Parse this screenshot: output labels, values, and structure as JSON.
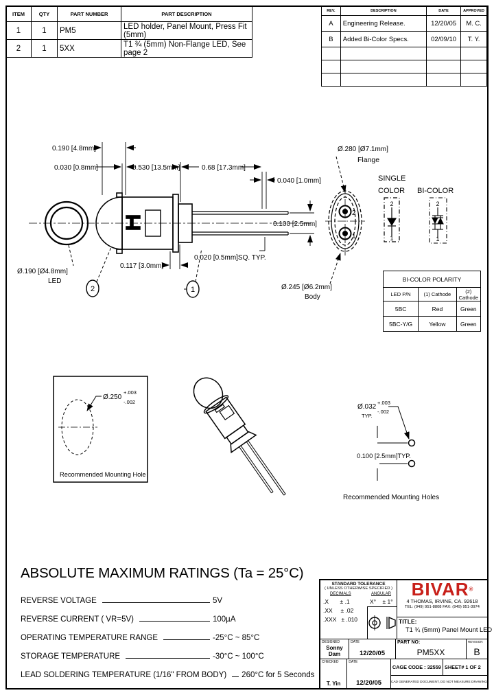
{
  "page": {
    "background": "#ffffff",
    "line_color": "#000000",
    "logo_red": "#c8201a"
  },
  "parts_table": {
    "headers": [
      "ITEM",
      "QTY",
      "PART NUMBER",
      "PART DESCRIPTION"
    ],
    "rows": [
      {
        "item": "1",
        "qty": "1",
        "part_number": "PM5",
        "description": "LED holder, Panel Mount, Press Fit (5mm)"
      },
      {
        "item": "2",
        "qty": "1",
        "part_number": "5XX",
        "description": "T1 ¾ (5mm) Non-Flange LED, See page 2"
      }
    ]
  },
  "revision_table": {
    "headers": [
      "REV.",
      "DESCRIPTION",
      "DATE",
      "APPROVED"
    ],
    "rows": [
      {
        "rev": "A",
        "description": "Engineering Release.",
        "date": "12/20/05",
        "approved": "M. C."
      },
      {
        "rev": "B",
        "description": "Added Bi-Color Specs.",
        "date": "02/09/10",
        "approved": "T. Y."
      }
    ]
  },
  "drawing": {
    "dim_0190": "0.190 [4.8mm]",
    "dim_0030": "0.030 [0.8mm]",
    "dim_0530": "0.530 [13.5mm]",
    "dim_068": "0.68 [17.3mm]",
    "dim_0040": "0.040 [1.0mm]",
    "dim_0100": "0.100 [2.5mm]",
    "dim_0020": "0.020 [0.5mm]SQ.  TYP.",
    "dim_0117": "0.117 [3.0mm]",
    "led_dia": "Ø.190 [Ø4.8mm]",
    "led_caption": "LED",
    "body_dia": "Ø.245 [Ø6.2mm]",
    "body_caption": "Body",
    "flange_dia": "Ø.280 [Ø7.1mm]",
    "flange_caption": "Flange",
    "single_color_line1": "SINGLE",
    "single_color_line2": "COLOR",
    "bicolor_label": "BI-COLOR",
    "pin_1": "1",
    "pin_2": "2",
    "balloon_1": "1",
    "balloon_2": "2"
  },
  "polarity_table": {
    "title": "BI-COLOR POLARITY",
    "headers": [
      "LED P/N",
      "(1) Cathode",
      "(2) Cathode"
    ],
    "rows": [
      {
        "pn": "5BC",
        "c1": "Red",
        "c2": "Green"
      },
      {
        "pn": "5BC-Y/G",
        "c1": "Yellow",
        "c2": "Green"
      }
    ]
  },
  "mounting_hole": {
    "dia": "Ø.250",
    "tol_plus": "+.003",
    "tol_minus": "-.002",
    "caption": "Recommended Mounting Hole"
  },
  "mounting_holes": {
    "dia": "Ø.032",
    "tol_plus": "+.003",
    "tol_minus": "-.002",
    "typ": "TYP.",
    "pitch": "0.100 [2.5mm]TYP.",
    "caption": "Recommended Mounting Holes"
  },
  "ratings": {
    "title": "ABSOLUTE MAXIMUM RATINGS (Ta = 25°C)",
    "rows": [
      {
        "label": "REVERSE VOLTAGE",
        "value": "5V"
      },
      {
        "label": "REVERSE CURRENT ( VR=5V)",
        "value": "100µA"
      },
      {
        "label": "OPERATING TEMPERATURE RANGE",
        "value": "-25°C  ~  85°C"
      },
      {
        "label": "STORAGE TEMPERATURE",
        "value": "-30°C  ~  100°C"
      },
      {
        "label": "LEAD SOLDERING TEMPERATURE (1/16\" FROM BODY)",
        "value": "260°C for 5 Seconds"
      }
    ]
  },
  "title_block": {
    "tolerance": {
      "line1": "STANDARD TOLERANCE",
      "line2": "( UNLESS OTHERWISE SPECIFIED )",
      "decimals_header": "DECIMALS",
      "angular_header": "ANGULAR",
      "row_x": ".X       ± .1",
      "row_xx": ".XX     ± .02",
      "row_xxx": ".XXX   ± .010",
      "angular_value": "X°    ± 1°"
    },
    "company": {
      "logo": "BIVAR",
      "registered": "®",
      "address": "4  THOMAS, IRVINE, CA. 92618",
      "tel_fax": "TEL: (949) 951-8808       FAX: (949) 951-3974"
    },
    "title_label": "TITLE:",
    "title_value": "T1 ¾ (5mm) Panel Mount LED",
    "designed_label": "DESIGNED",
    "designed_value": "Sonny Dam",
    "checked_label": "CHECKED",
    "checked_value": "T. Yin",
    "date_label": "DATE",
    "designed_date": "12/20/05",
    "checked_date": "12/20/05",
    "part_no_label": "PART NO:",
    "part_no_value": "PM5XX",
    "revision_label": "REVISION",
    "revision_value": "B",
    "cage_code": "CAGE CODE : 32559",
    "sheet": "SHEET#  1  OF  2",
    "note": "CAD GENERATED DOCUMENT, DO NOT MEASURE DRAWING"
  }
}
